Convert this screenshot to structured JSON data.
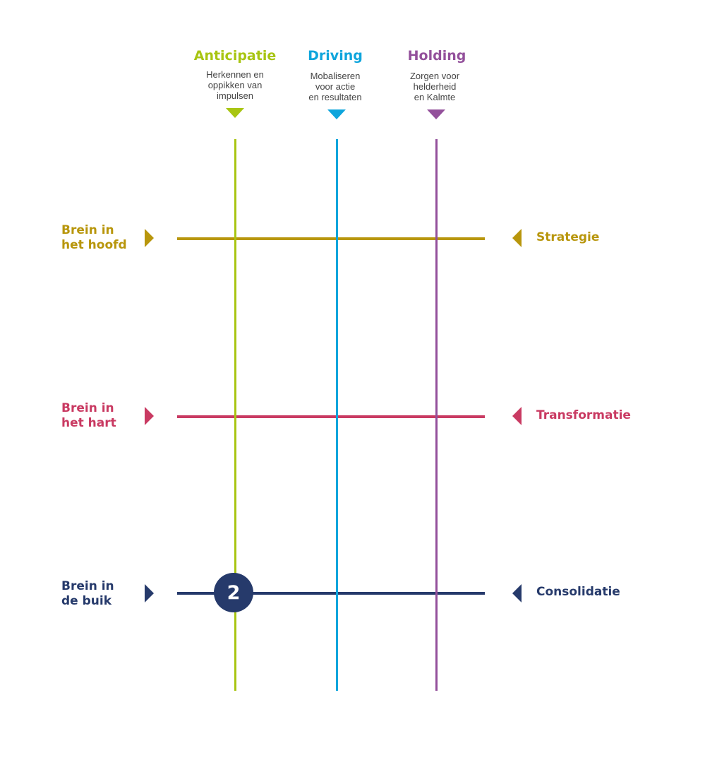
{
  "colors": {
    "anticipatie": "#a8c512",
    "driving": "#0ea5dc",
    "holding": "#93509b",
    "strategie": "#b8960c",
    "transformatie": "#c93a62",
    "consolidatie": "#263a6b"
  },
  "columns": [
    {
      "title": "Anticipatie",
      "subtitle": [
        "Herkennen en",
        "oppikken van",
        "impulsen"
      ]
    },
    {
      "title": "Driving",
      "subtitle": [
        "Mobaliseren",
        "voor actie",
        "en resultaten"
      ]
    },
    {
      "title": "Holding",
      "subtitle": [
        "Zorgen voor",
        "helderheid",
        "en Kalmte"
      ]
    }
  ],
  "rows": [
    {
      "left": [
        "Brein in",
        "het hoofd"
      ],
      "right": "Strategie"
    },
    {
      "left": [
        "Brein in",
        "het hart"
      ],
      "right": "Transformatie"
    },
    {
      "left": [
        "Brein in",
        "de buik"
      ],
      "right": "Consolidatie"
    }
  ],
  "marker": {
    "label": "2",
    "column": "Anticipatie",
    "row": "Consolidatie"
  }
}
